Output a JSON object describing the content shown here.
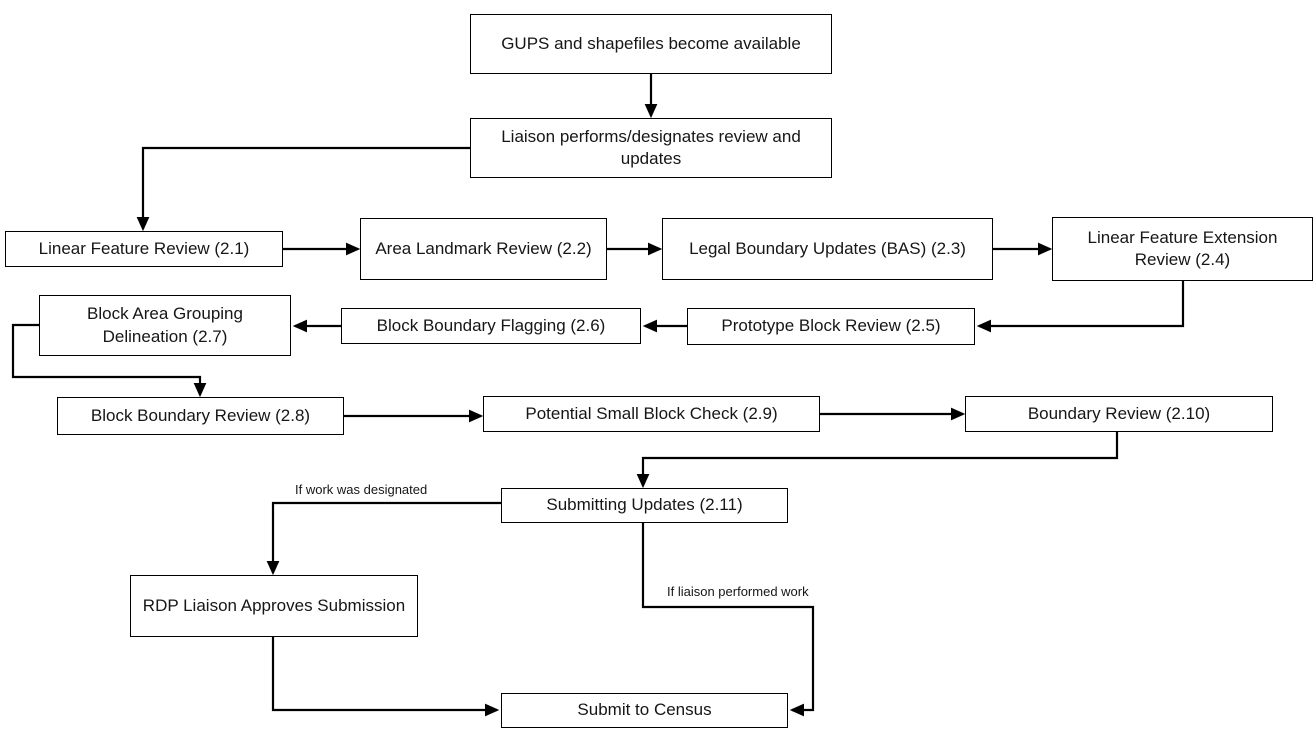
{
  "diagram": {
    "type": "flowchart",
    "background_color": "#ffffff",
    "line_color": "#000000",
    "box_border_color": "#000000",
    "text_color": "#161616",
    "nodes": {
      "gups": {
        "label": "GUPS and shapefiles become available"
      },
      "liaison": {
        "label": "Liaison performs/designates review and updates"
      },
      "lfr21": {
        "label": "Linear Feature Review (2.1)"
      },
      "alr22": {
        "label": "Area Landmark Review (2.2)"
      },
      "lbu23": {
        "label": "Legal Boundary Updates (BAS) (2.3)"
      },
      "lfe24": {
        "label": "Linear Feature Extension Review (2.4)"
      },
      "pbr25": {
        "label": "Prototype Block Review (2.5)"
      },
      "bbf26": {
        "label": "Block Boundary Flagging (2.6)"
      },
      "bag27": {
        "label": "Block Area Grouping Delineation (2.7)"
      },
      "bbr28": {
        "label": "Block Boundary Review (2.8)"
      },
      "psb29": {
        "label": "Potential Small Block Check (2.9)"
      },
      "br210": {
        "label": "Boundary Review (2.10)"
      },
      "su211": {
        "label": "Submitting Updates (2.11)"
      },
      "rdp": {
        "label": "RDP Liaison Approves Submission"
      },
      "stc": {
        "label": "Submit to Census"
      }
    },
    "edge_labels": {
      "work_designated": "If work was designated",
      "liaison_performed": "If liaison performed work"
    },
    "edges": [
      {
        "from": "gups",
        "to": "liaison"
      },
      {
        "from": "liaison",
        "to": "lfr21"
      },
      {
        "from": "lfr21",
        "to": "alr22"
      },
      {
        "from": "alr22",
        "to": "lbu23"
      },
      {
        "from": "lbu23",
        "to": "lfe24"
      },
      {
        "from": "lfe24",
        "to": "pbr25"
      },
      {
        "from": "pbr25",
        "to": "bbf26"
      },
      {
        "from": "bbf26",
        "to": "bag27"
      },
      {
        "from": "bag27",
        "to": "bbr28"
      },
      {
        "from": "bbr28",
        "to": "psb29"
      },
      {
        "from": "psb29",
        "to": "br210"
      },
      {
        "from": "br210",
        "to": "su211"
      },
      {
        "from": "su211",
        "to": "rdp",
        "label": "If work was designated"
      },
      {
        "from": "su211",
        "to": "stc",
        "label": "If liaison performed work"
      },
      {
        "from": "rdp",
        "to": "stc"
      }
    ]
  }
}
